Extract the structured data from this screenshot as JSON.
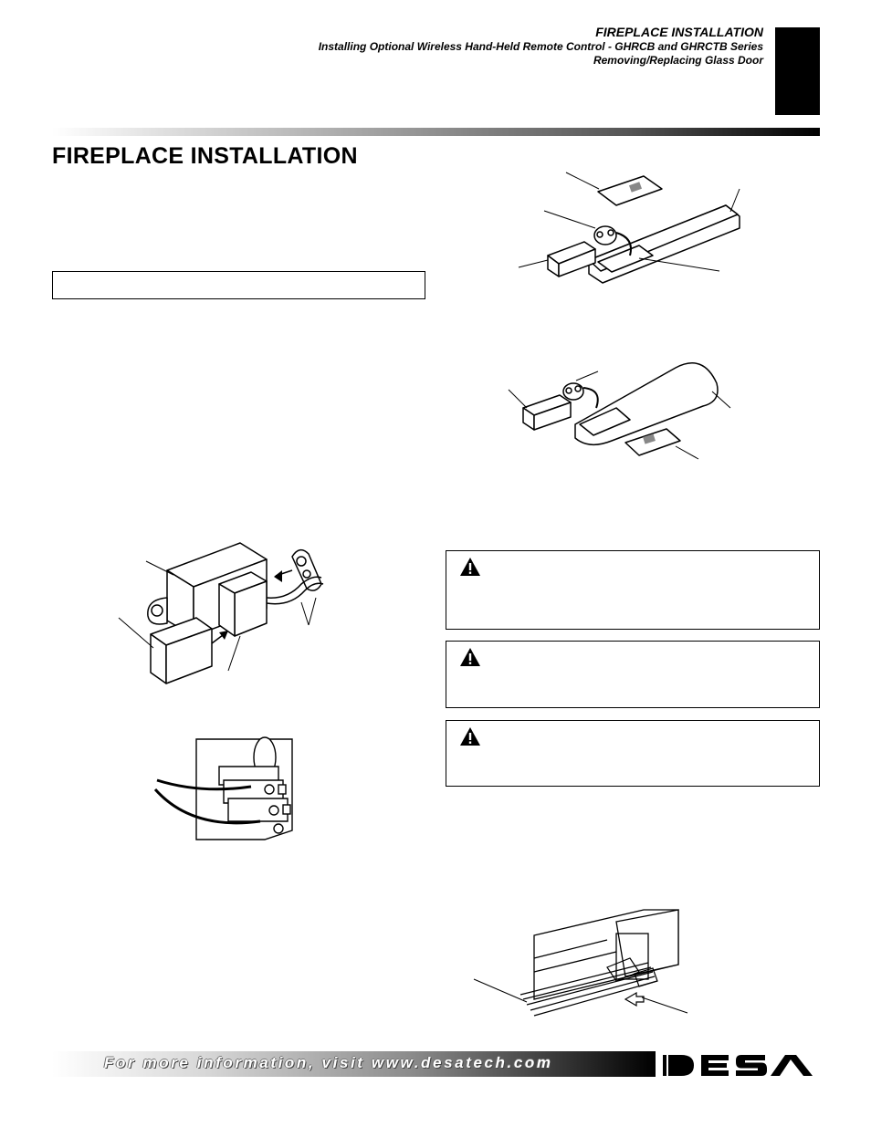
{
  "header": {
    "title": "FIREPLACE INSTALLATION",
    "subtitle_line1": "Installing Optional Wireless Hand-Held Remote Control - GHRCB and GHRCTB Series",
    "subtitle_line2": "Removing/Replacing Glass Door"
  },
  "page": {
    "title": "FIREPLACE INSTALLATION"
  },
  "footer": {
    "info_text": "For more information, visit www.desatech.com",
    "logo_text": "DESA"
  },
  "icons": {
    "warning": "warning-triangle-icon"
  },
  "colors": {
    "ink": "#000000",
    "paper": "#ffffff"
  }
}
